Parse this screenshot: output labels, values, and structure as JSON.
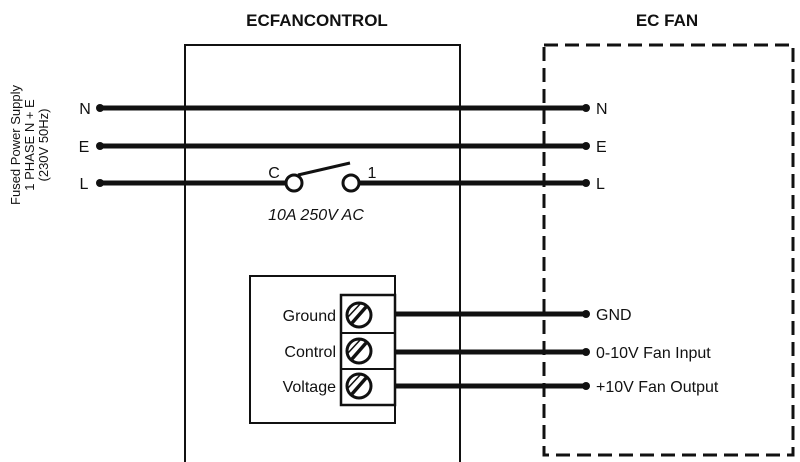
{
  "titles": {
    "controller": "ECFANCONTROL",
    "fan": "EC FAN"
  },
  "supply": {
    "line1": "Fused Power Supply",
    "line2": "1 PHASE N + E",
    "line3": "(230V 50Hz)"
  },
  "left_terminals": [
    "N",
    "E",
    "L"
  ],
  "right_terminals": [
    "N",
    "E",
    "L",
    "GND",
    "0-10V Fan Input",
    "+10V Fan Output"
  ],
  "relay": {
    "common": "C",
    "contact": "1",
    "rating": "10A 250V AC"
  },
  "block_terminals": [
    "Ground",
    "Control",
    "Voltage"
  ],
  "colors": {
    "line": "#111111",
    "background": "#ffffff"
  }
}
